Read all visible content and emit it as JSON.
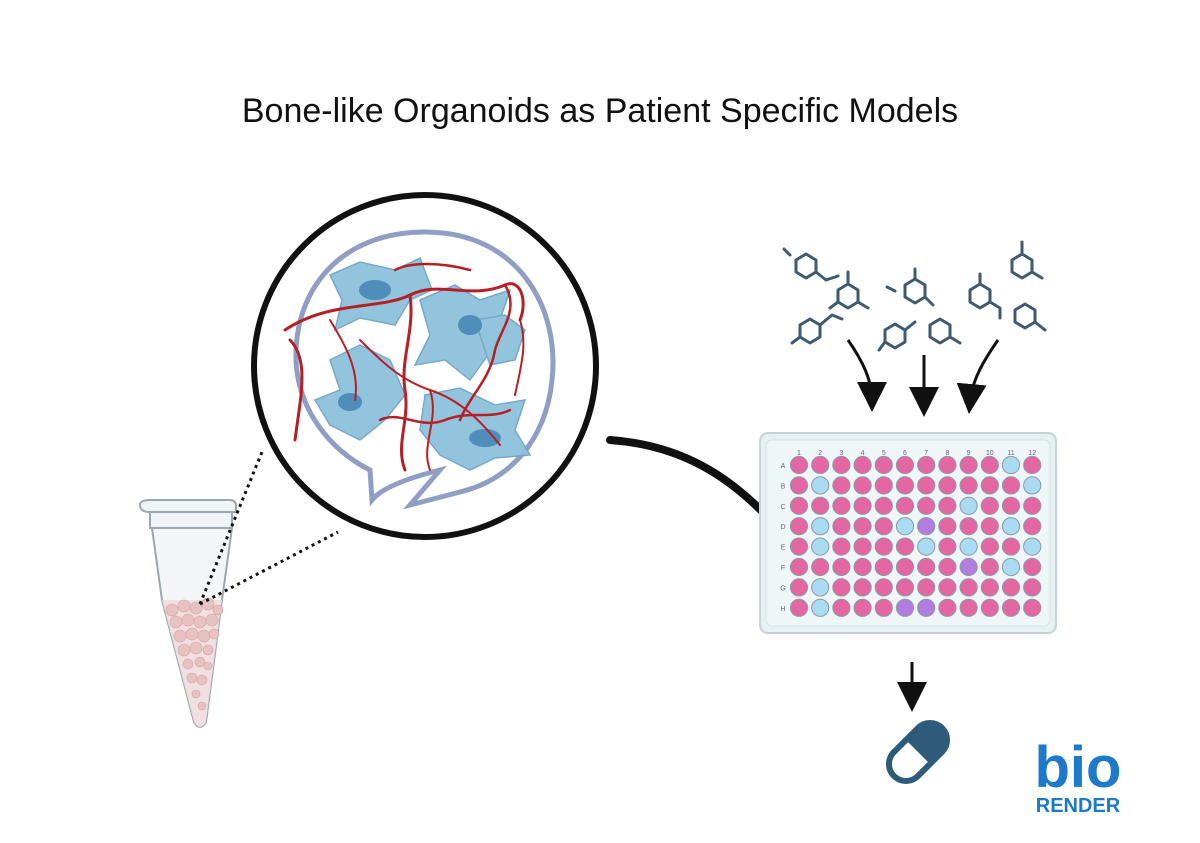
{
  "title": "Bone-like Organoids as Patient Specific Models",
  "plate": {
    "columns": [
      "1",
      "2",
      "3",
      "4",
      "5",
      "6",
      "7",
      "8",
      "9",
      "10",
      "11",
      "12"
    ],
    "rows": [
      "A",
      "B",
      "C",
      "D",
      "E",
      "F",
      "G",
      "H"
    ],
    "colors": {
      "pink": "#e466a3",
      "blue": "#a9dbf2",
      "purple": "#b27ce0",
      "frame": "#e6f1f4",
      "frame_edge": "#c4d3d9"
    },
    "blue_wells": [
      [
        0,
        10
      ],
      [
        1,
        1
      ],
      [
        1,
        11
      ],
      [
        2,
        8
      ],
      [
        3,
        1
      ],
      [
        3,
        5
      ],
      [
        3,
        10
      ],
      [
        4,
        1
      ],
      [
        4,
        6
      ],
      [
        4,
        8
      ],
      [
        4,
        11
      ],
      [
        5,
        10
      ],
      [
        6,
        1
      ],
      [
        7,
        1
      ]
    ],
    "purple_wells": [
      [
        3,
        6
      ],
      [
        5,
        8
      ],
      [
        7,
        5
      ],
      [
        7,
        6
      ]
    ]
  },
  "colors": {
    "molecule": "#3d5a71",
    "vessel": "#b52025",
    "cell": "#8ec1dc",
    "nucleus": "#4f8dba",
    "capsule": "#2f5b7a",
    "logo": "#1d79c9"
  },
  "logo": {
    "top": "bio",
    "bottom": "RENDER"
  }
}
